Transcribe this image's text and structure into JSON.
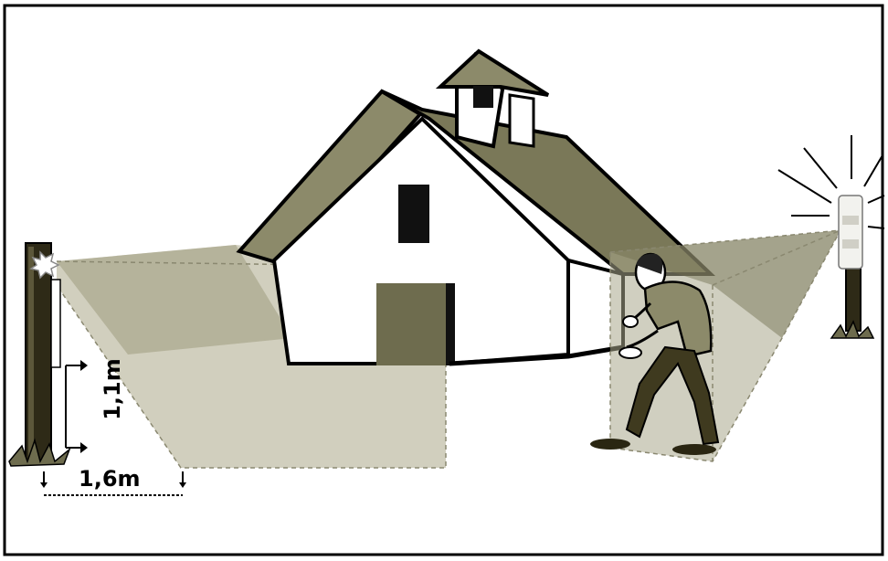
{
  "dimensions": {
    "height_label": "1,1m",
    "width_label": "1,6m"
  },
  "colors": {
    "roof": "#8c8a6a",
    "zone_fill": "#b9b79f",
    "zone_dark": "#6e6c4e",
    "post": "#2e2a17",
    "outline": "#000000"
  },
  "icons": [
    "left-sensor-post",
    "right-sensor-post",
    "person-illustration",
    "house-illustration",
    "sensor-burst-icon"
  ]
}
